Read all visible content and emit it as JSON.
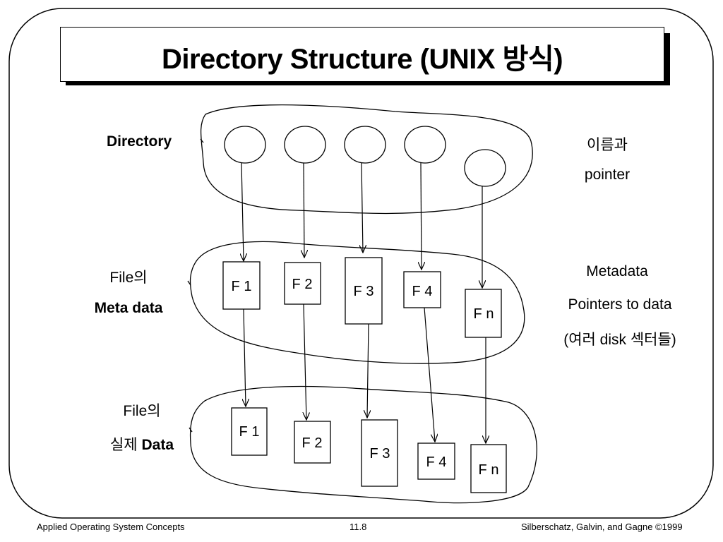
{
  "title": "Directory Structure (UNIX 방식)",
  "left_labels": {
    "directory": "Directory",
    "meta_line1": "File의",
    "meta_line2": "Meta data",
    "data_line1": "File의",
    "data_line2_prefix": "실제 ",
    "data_line2_bold": "Data"
  },
  "right_labels": {
    "dir_line1": "이름과",
    "dir_line2": "pointer",
    "meta_line1": "Metadata",
    "meta_line2": "Pointers to data",
    "meta_line3": "(여러 disk 섹터들)"
  },
  "metadata_files": [
    "F 1",
    "F 2",
    "F 3",
    "F 4",
    "F n"
  ],
  "data_files": [
    "F 1",
    "F 2",
    "F 3",
    "F 4",
    "F n"
  ],
  "footer": {
    "left": "Applied Operating System Concepts",
    "center": "11.8",
    "right": "Silberschatz, Galvin, and Gagne ©1999"
  }
}
